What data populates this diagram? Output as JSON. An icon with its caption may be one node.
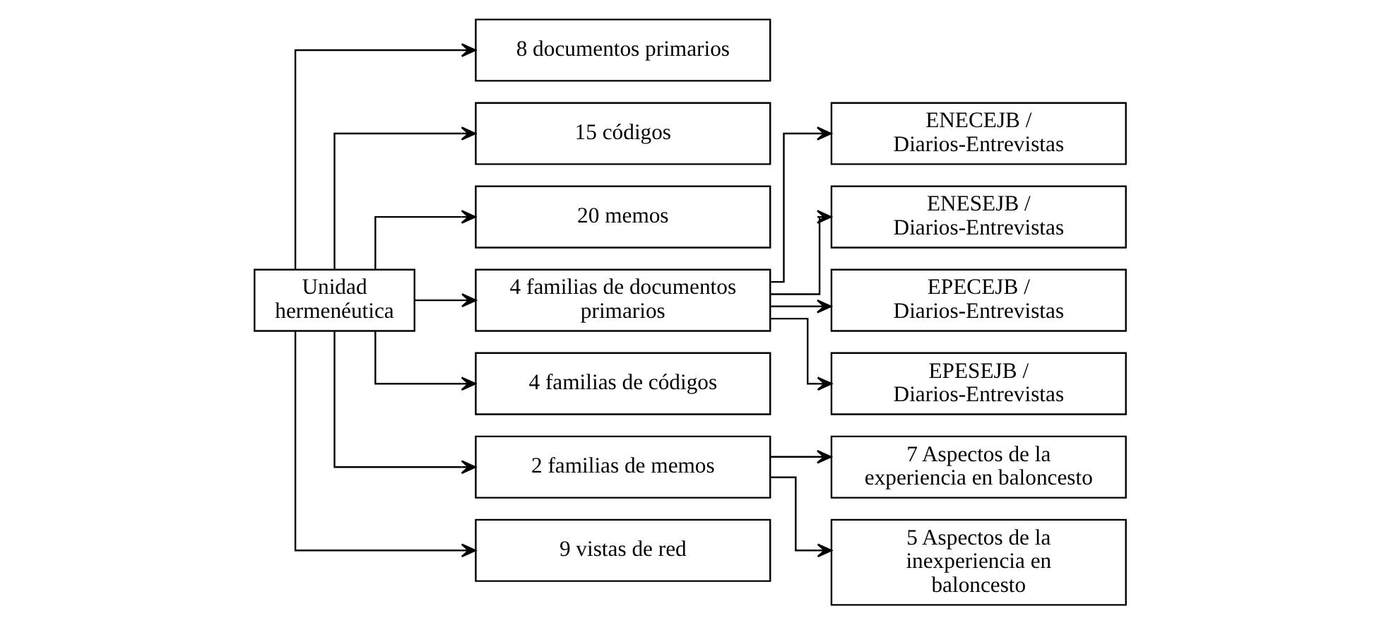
{
  "diagram": {
    "nodes": [
      {
        "text": [
          "Unidad hermenéutica"
        ]
      },
      {
        "text": [
          "8 documentos primarios"
        ]
      },
      {
        "text": [
          "15 códigos"
        ]
      },
      {
        "text": [
          "20 memos"
        ]
      },
      {
        "text": [
          "4 familias de documentos primarios"
        ]
      },
      {
        "text": [
          "4 familias de códigos"
        ]
      },
      {
        "text": [
          "2 familias de memos"
        ]
      },
      {
        "text": [
          "9 vistas de red"
        ]
      },
      {
        "text": [
          "ENECEJB / Diarios-Entrevistas"
        ]
      },
      {
        "text": [
          "ENESEJB / Diarios-Entrevistas"
        ]
      },
      {
        "text": [
          "EPECEJB / Diarios-Entrevistas"
        ]
      },
      {
        "text": [
          "EPESEJB / Diarios-Entrevistas"
        ]
      },
      {
        "text": [
          "7 Aspectos de la experiencia en baloncesto"
        ]
      },
      {
        "text": [
          "5 Aspectos de la inexperiencia en baloncesto"
        ]
      }
    ],
    "edges": [
      {
        "from": 0,
        "to": 1,
        "arrow": "to"
      },
      {
        "from": 0,
        "to": 2,
        "arrow": "to"
      },
      {
        "from": 0,
        "to": 3,
        "arrow": "to"
      },
      {
        "from": 0,
        "to": 4,
        "arrow": "to"
      },
      {
        "from": 0,
        "to": 5,
        "arrow": "to"
      },
      {
        "from": 0,
        "to": 6,
        "arrow": "to"
      },
      {
        "from": 0,
        "to": 7,
        "arrow": "to"
      },
      {
        "from": 4,
        "to": 8,
        "arrow": "to"
      },
      {
        "from": 4,
        "to": 9,
        "arrow": "to"
      },
      {
        "from": 4,
        "to": 10,
        "arrow": "to"
      },
      {
        "from": 4,
        "to": 11,
        "arrow": "to"
      },
      {
        "from": 6,
        "to": 12,
        "arrow": "to"
      },
      {
        "from": 6,
        "to": 13,
        "arrow": "to"
      }
    ]
  }
}
